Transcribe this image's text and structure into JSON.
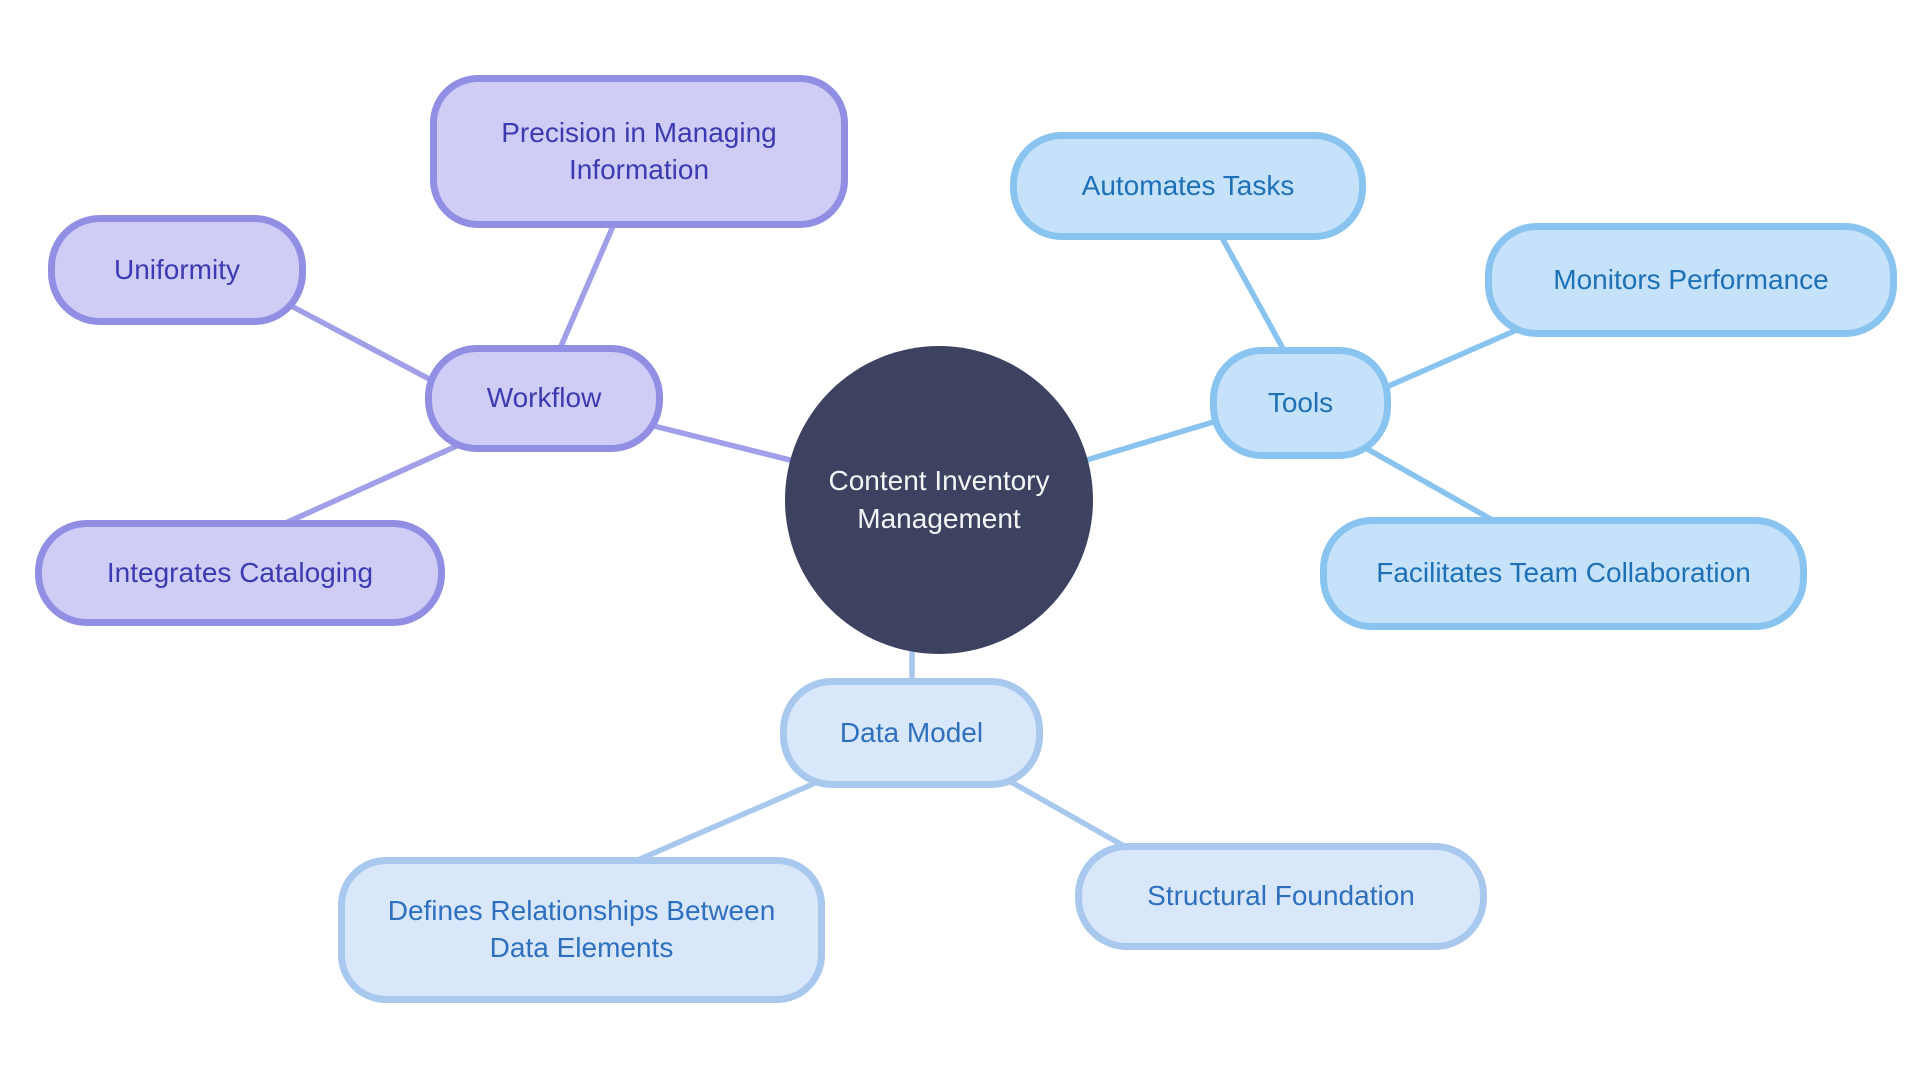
{
  "mindmap": {
    "background": "#ffffff",
    "root": {
      "label": "Content Inventory Management",
      "fill": "#3d4261",
      "text_color": "#f4f5f7"
    },
    "branches": [
      {
        "label": "Workflow",
        "palette": {
          "fill": "#cfcdf5",
          "border": "#918fe3",
          "text": "#3b3ab2",
          "edge": "#a19fe9"
        },
        "children": [
          {
            "label": "Precision in Managing Information"
          },
          {
            "label": "Uniformity"
          },
          {
            "label": "Integrates Cataloging"
          }
        ]
      },
      {
        "label": "Tools",
        "palette": {
          "fill": "#c5e2fa",
          "border": "#89c4f0",
          "text": "#1d70b7",
          "edge": "#89c4f0"
        },
        "children": [
          {
            "label": "Automates Tasks"
          },
          {
            "label": "Monitors Performance"
          },
          {
            "label": "Facilitates Team Collaboration"
          }
        ]
      },
      {
        "label": "Data Model",
        "palette": {
          "fill": "#d9e7fa",
          "border": "#a8c8ee",
          "text": "#2e6fc0",
          "edge": "#a8c8ee"
        },
        "children": [
          {
            "label": "Defines Relationships Between Data Elements"
          },
          {
            "label": "Structural Foundation"
          }
        ]
      }
    ]
  }
}
